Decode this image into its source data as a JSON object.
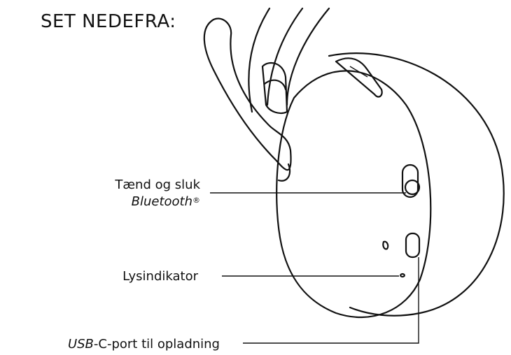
{
  "title": "SET NEDEFRA:",
  "labels": {
    "bluetooth_line1": "Tænd og sluk",
    "bluetooth_line2": "Bluetooth",
    "bluetooth_mark": "®",
    "indicator": "Lysindikator",
    "usb_italic": "USB",
    "usb_rest": "-C-port til opladning"
  }
}
